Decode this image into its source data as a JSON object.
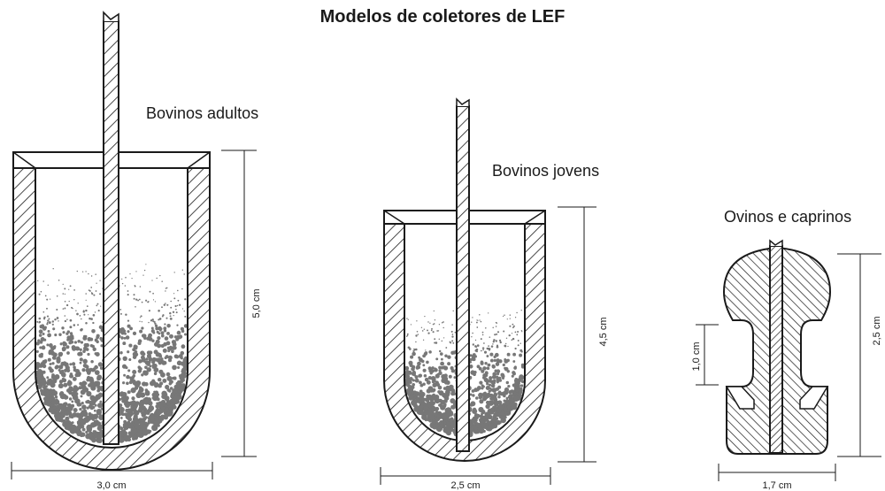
{
  "title": "Modelos de coletores de LEF",
  "collectors": [
    {
      "label": "Bovinos adultos",
      "width": "3,0 cm",
      "height": "5,0 cm"
    },
    {
      "label": "Bovinos jovens",
      "width": "2,5 cm",
      "height": "4,5 cm"
    },
    {
      "label": "Ovinos e caprinos",
      "width": "1,7 cm",
      "height": "2,5 cm",
      "gap": "1,0 cm"
    }
  ],
  "colors": {
    "ink": "#1a1a1a",
    "sediment": "#777777"
  }
}
